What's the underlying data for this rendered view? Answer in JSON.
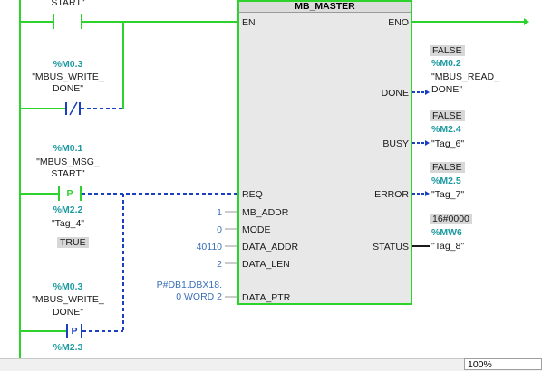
{
  "block": {
    "title": "MB_MASTER",
    "inputs": {
      "en": "EN",
      "req": "REQ",
      "mb_addr": "MB_ADDR",
      "mode": "MODE",
      "data_addr": "DATA_ADDR",
      "data_len": "DATA_LEN",
      "data_ptr": "DATA_PTR"
    },
    "outputs": {
      "eno": "ENO",
      "done": "DONE",
      "busy": "BUSY",
      "error": "ERROR",
      "status": "STATUS"
    }
  },
  "input_values": {
    "mb_addr": "1",
    "mode": "0",
    "data_addr": "40110",
    "data_len": "2",
    "data_ptr_line1": "P#DB1.DBX18.",
    "data_ptr_line2": "0 WORD 2"
  },
  "contacts": {
    "start": {
      "tag": "START\""
    },
    "write_done_1": {
      "address": "%M0.3",
      "tag_line1": "\"MBUS_WRITE_",
      "tag_line2": "DONE\""
    },
    "msg_start": {
      "address": "%M0.1",
      "tag_line1": "\"MBUS_MSG_",
      "tag_line2": "START\"",
      "edge": "P"
    },
    "tag4": {
      "address": "%M2.2",
      "tag": "\"Tag_4\"",
      "state": "TRUE"
    },
    "write_done_2": {
      "address": "%M0.3",
      "tag_line1": "\"MBUS_WRITE_",
      "tag_line2": "DONE\"",
      "edge": "P"
    },
    "m23": {
      "address": "%M2.3"
    }
  },
  "outputs": {
    "done": {
      "state": "FALSE",
      "address": "%M0.2",
      "tag_line1": "\"MBUS_READ_",
      "tag_line2": "DONE\""
    },
    "busy": {
      "state": "FALSE",
      "address": "%M2.4",
      "tag": "\"Tag_6\""
    },
    "error": {
      "state": "FALSE",
      "address": "%M2.5",
      "tag": "\"Tag_7\""
    },
    "status": {
      "state": "16#0000",
      "address": "%MW6",
      "tag": "\"Tag_8\""
    }
  },
  "statusbar": {
    "zoom": "100%"
  },
  "colors": {
    "power": "#2dd22d",
    "signal_off": "#1a3fc0",
    "address": "#1d9aa0",
    "value": "#3a6fb5"
  }
}
